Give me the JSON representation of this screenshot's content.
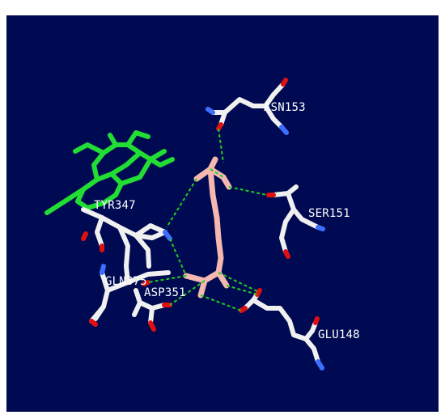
{
  "labels": {
    "asn153": "ASN153",
    "ser151": "SER151",
    "tyr347": "TYR347",
    "gln375": "GLN375",
    "asp351": "ASP351",
    "glu148": "GLU148"
  },
  "colors": {
    "background": "#000a52",
    "protein": "#f0f0f0",
    "ligand": "#f4b8b0",
    "cofactor": "#22dd33",
    "oxygen": "#e01010",
    "nitrogen": "#3c6eff",
    "hbond": "#22cc22",
    "label": "#ffffff"
  }
}
